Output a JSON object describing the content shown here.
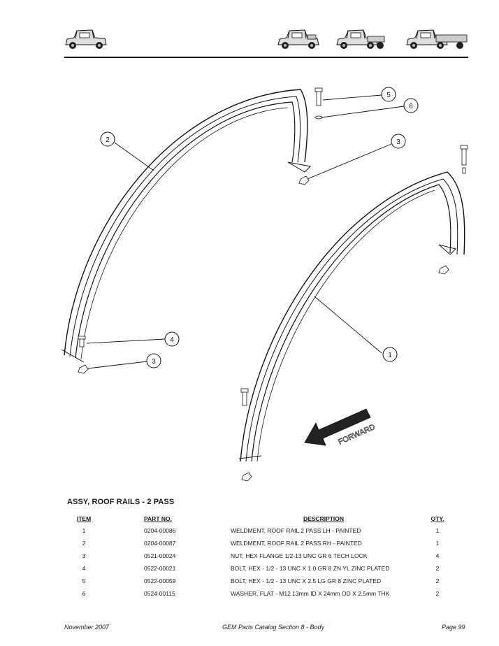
{
  "header": {
    "vehicle_icons": [
      "vehicle-2pass-icon",
      "vehicle-4pass-icon",
      "vehicle-short-bed-icon",
      "vehicle-long-bed-icon"
    ]
  },
  "diagram": {
    "callouts": [
      "1",
      "2",
      "3",
      "3",
      "4",
      "5",
      "6"
    ],
    "forward_label": "FORWARD"
  },
  "assembly_title": "ASSY, ROOF RAILS - 2 PASS",
  "table": {
    "headers": {
      "item": "ITEM",
      "part_no": "PART NO.",
      "description": "DESCRIPTION",
      "qty": "QTY."
    },
    "rows": [
      {
        "item": "1",
        "part_no": "0204-00086",
        "description": "WELDMENT, ROOF RAIL 2 PASS LH - PAINTED",
        "qty": "1"
      },
      {
        "item": "2",
        "part_no": "0204-00087",
        "description": "WELDMENT, ROOF RAIL 2 PASS RH - PAINTED",
        "qty": "1"
      },
      {
        "item": "3",
        "part_no": "0521-00024",
        "description": "NUT, HEX FLANGE 1/2-13 UNC GR 6 TECH LOCK",
        "qty": "4"
      },
      {
        "item": "4",
        "part_no": "0522-00021",
        "description": "BOLT, HEX - 1/2 - 13 UNC X 1.0 GR 8 ZN YL ZINC PLATED",
        "qty": "2"
      },
      {
        "item": "5",
        "part_no": "0522-00059",
        "description": "BOLT, HEX - 1/2 - 13 UNC X 2.5 LG GR 8 ZINC PLATED",
        "qty": "2"
      },
      {
        "item": "6",
        "part_no": "0524-00115",
        "description": "WASHER, FLAT - M12 13mm ID X 24mm OD X 2.5mm THK",
        "qty": "2"
      }
    ]
  },
  "footer": {
    "date": "November 2007",
    "section": "GEM Parts Catalog Section 8 - Body",
    "page": "Page 99"
  }
}
